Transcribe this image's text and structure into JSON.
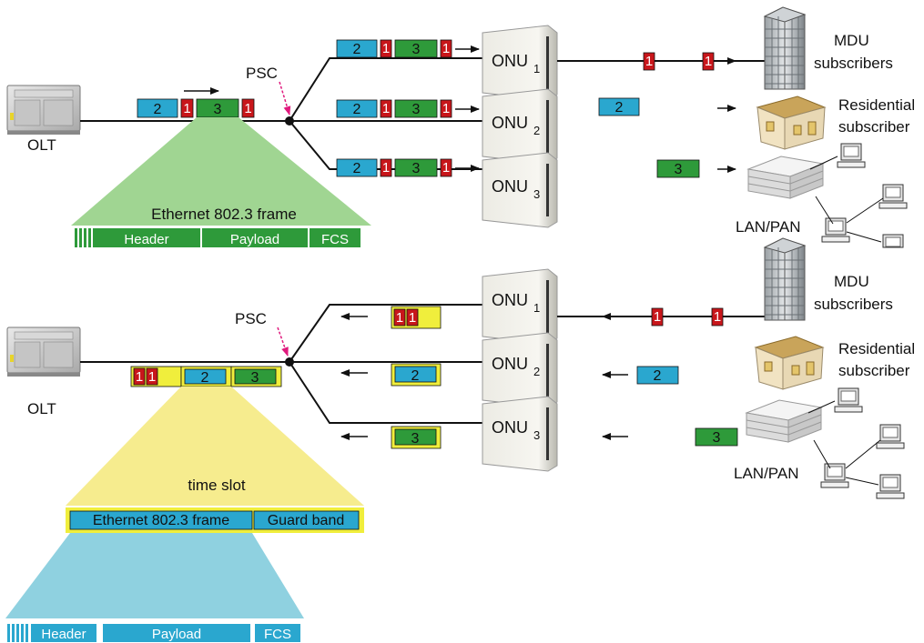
{
  "colors": {
    "blue": "#2aa7cf",
    "green": "#2e9a3a",
    "red": "#c8161b",
    "yellow": "#f0ee3c",
    "light_green": "#a0d592",
    "light_yellow": "#f6ec8e",
    "light_blue": "#8fd1e0"
  },
  "labels": {
    "olt": "OLT",
    "psc": "PSC",
    "onu": "ONU",
    "onu_subs": [
      "1",
      "2",
      "3"
    ],
    "mdu_line1": "MDU",
    "mdu_line2": "subscribers",
    "res_line1": "Residential",
    "res_line2": "subscriber",
    "lan_pan": "LAN/PAN"
  },
  "downstream": {
    "frame_caption": "Ethernet 802.3 frame",
    "frame_fields": [
      "Header",
      "Payload",
      "FCS"
    ],
    "trunk_packets": [
      "2",
      "1",
      "3",
      "1"
    ],
    "branch_packets": [
      "2",
      "1",
      "3",
      "1"
    ],
    "delivered": [
      [
        "1",
        "1"
      ],
      [
        "2"
      ],
      [
        "3"
      ]
    ]
  },
  "upstream": {
    "slot_caption": "time slot",
    "slot_fields": [
      "Ethernet 802.3 frame",
      "Guard band"
    ],
    "frame_fields": [
      "Header",
      "Payload",
      "FCS"
    ],
    "trunk_slots": [
      [
        "1",
        "1"
      ],
      [
        "2"
      ],
      [
        "3"
      ]
    ],
    "branch_slots": [
      [
        "1",
        "1"
      ],
      [
        "2"
      ],
      [
        "3"
      ]
    ],
    "source_packets": [
      [
        "1",
        "1"
      ],
      [
        "2"
      ],
      [
        "3"
      ]
    ]
  }
}
